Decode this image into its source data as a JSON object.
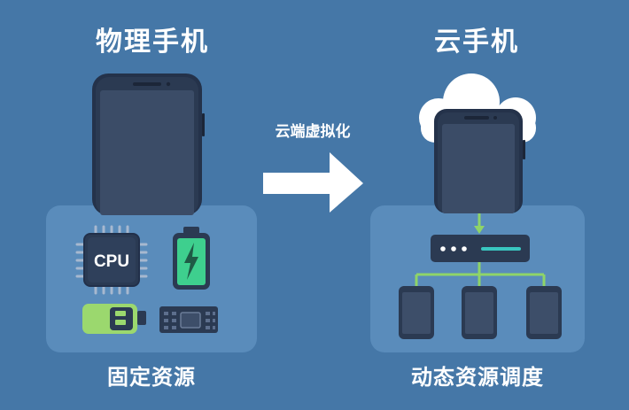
{
  "left": {
    "title": "物理手机",
    "caption": "固定资源",
    "cpu_label": "CPU"
  },
  "arrow": {
    "label": "云端虚拟化"
  },
  "right": {
    "title": "云手机",
    "caption": "动态资源调度"
  },
  "colors": {
    "background": "#4577a7",
    "panel": "#5a8cbb",
    "phone_body": "#2b3a52",
    "phone_screen": "#3d4e69",
    "accent_green": "#8fd468",
    "battery_green": "#3ecf8e",
    "teal_line": "#39c6c0",
    "white": "#ffffff"
  },
  "icons": [
    "smartphone-icon",
    "cpu-chip-icon",
    "battery-charging-icon",
    "usb-drive-icon",
    "memory-module-icon",
    "cloud-icon",
    "server-icon"
  ]
}
